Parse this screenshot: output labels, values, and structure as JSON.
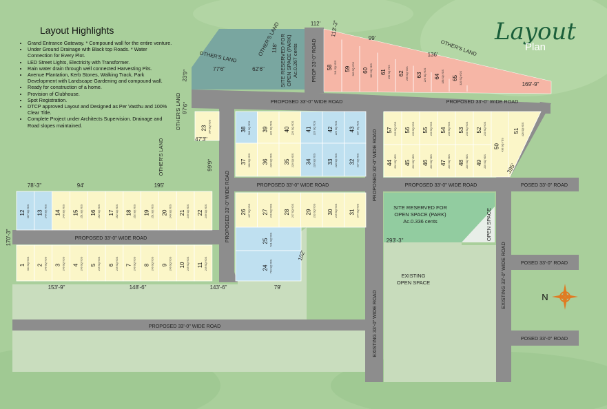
{
  "title": {
    "main": "Layout",
    "sub": "Plan"
  },
  "highlights": {
    "heading": "Layout Highlights",
    "items": [
      "Grand Entrance Gateway. * Compound wall for the entire venture.",
      "Under Ground Drainage with Black top Roads. * Water Connection for Every Plot.",
      "LED Street Lights, Electricity with Transformer.",
      "Rain water drain through well connected Harvesting Pits.",
      "Avenue Plantation, Kerb Stones, Walking Track, Park Development with Landscape Gardening and compound wall.",
      "Ready for construction of a home.",
      "Provision of Clubhouse.",
      "Spot Registration.",
      "DTCP approved Layout and Designed as Per Vasthu and 100% Clear Title.",
      "Complete Project under Architects Supervision. Drainage and Road slopes maintained."
    ]
  },
  "colors": {
    "background": "#a8cf9a",
    "road": "#8d8d8d",
    "plot_yellow": "#fbf6c8",
    "plot_blue": "#bfe0f0",
    "plot_pink": "#f6b6a6",
    "park": "#79a6a0",
    "park_green": "#92cca0",
    "open_space": "#c8dcbc",
    "compass": "#e07b22"
  },
  "icons": {
    "compass": "compass-icon"
  },
  "compass_label": "N",
  "roads": {
    "top_diag": "PROPOSED 33'-0\" WIDE ROAD",
    "top_right": "PROPOSED 33'-0\" WIDE ROAD",
    "mid": "PROPOSED 33'-0\" WIDE ROAD",
    "mid_right": "PROPOSED 33'-0\" WIDE ROAD",
    "mid_far_right": "POSED 33'-0\" ROAD",
    "left_mid": "PROPOSED 33'-0\" WIDE ROAD",
    "bottom": "PROPOSED 33'-0\" WIDE ROAD",
    "right_1": "POSED 33'-0\" ROAD",
    "right_2": "POSED 33'-0\" ROAD",
    "prop_vertical": "PROP 33'-0\" ROAD",
    "vertical_left": "PROPOSED 33'-0\" WIDE ROAD",
    "vertical_center": "PROPOSED 33'-0\" WIDE ROAD",
    "existing_left": "EXISTING 33'-0\" WIDE ROAD",
    "existing_right": "EXISTING 33'-0\" WIDE ROAD"
  },
  "areas": {
    "park_top_1": "SITE RESERVED FOR",
    "park_top_2": "OPEN SPACE (PARK)",
    "park_top_3": "Ac.0.267 cents",
    "park_right_1": "SITE RESERVED FOR",
    "park_right_2": "OPEN SPACE (PARK)",
    "park_right_3": "Ac.0.336 cents",
    "open_space": "OPEN SPACE",
    "existing_1": "EXISTING",
    "existing_2": "OPEN SPACE",
    "others_1": "OTHER'S LAND",
    "others_2": "OTHER'S LAND",
    "others_3": "OTHER'S LAND",
    "others_4": "OTHER'S LAND",
    "others_5": "OTHER'S LAND"
  },
  "dims": [
    "112'",
    "113'-3\"",
    "99'",
    "136'",
    "169'-9\"",
    "118'",
    "77'6\"",
    "62'6\"",
    "23'9\"",
    "97'6\"",
    "47'3\"",
    "99'9\"",
    "78'-3\"",
    "94'",
    "195'",
    "170'-3\"",
    "293'-3\"",
    "102'",
    "153'-9\"",
    "148'-6\"",
    "143'-6\"",
    "79'",
    "395'"
  ],
  "plots": {
    "row_left_top": [
      {
        "n": "12",
        "a": "367 SQ.YDS",
        "c": "blue"
      },
      {
        "n": "13",
        "a": "249 SQ.YDS",
        "c": "blue"
      },
      {
        "n": "14",
        "a": "249 SQ.YDS",
        "c": "yellow"
      },
      {
        "n": "15",
        "a": "251 SQ.YDS",
        "c": "yellow"
      },
      {
        "n": "16",
        "a": "252 SQ.YDS",
        "c": "yellow"
      },
      {
        "n": "17",
        "a": "252 SQ.YDS",
        "c": "yellow"
      },
      {
        "n": "18",
        "a": "252 SQ.YDS",
        "c": "yellow"
      },
      {
        "n": "19",
        "a": "251 SQ.YDS",
        "c": "yellow"
      },
      {
        "n": "20",
        "a": "249 SQ.YDS",
        "c": "yellow"
      },
      {
        "n": "21",
        "a": "249 SQ.YDS",
        "c": "yellow"
      },
      {
        "n": "22",
        "a": "249 SQ.YDS",
        "c": "yellow"
      }
    ],
    "row_left_bottom": [
      {
        "n": "1",
        "a": "364 SQ.YDS"
      },
      {
        "n": "2",
        "a": "249 SQ.YDS"
      },
      {
        "n": "3",
        "a": "249 SQ.YDS"
      },
      {
        "n": "4",
        "a": "249 SQ.YDS"
      },
      {
        "n": "5",
        "a": "249 SQ.YDS"
      },
      {
        "n": "6",
        "a": "249 SQ.YDS"
      },
      {
        "n": "7",
        "a": "249 SQ.YDS"
      },
      {
        "n": "8",
        "a": "249 SQ.YDS"
      },
      {
        "n": "9",
        "a": "249 SQ.YDS"
      },
      {
        "n": "10",
        "a": "249 SQ.YDS"
      },
      {
        "n": "11",
        "a": "249 SQ.YDS"
      }
    ],
    "center_top": [
      {
        "n": "38",
        "a": "368 SQ.YDS",
        "c": "blue"
      },
      {
        "n": "39",
        "a": "220 SQ.YDS",
        "c": "yellow"
      },
      {
        "n": "40",
        "a": "220 SQ.YDS",
        "c": "yellow"
      },
      {
        "n": "41",
        "a": "220 SQ.YDS",
        "c": "blue"
      },
      {
        "n": "42",
        "a": "220 SQ.YDS",
        "c": "blue"
      },
      {
        "n": "43",
        "a": "337 SQ.YDS",
        "c": "blue"
      }
    ],
    "center_bottom": [
      {
        "n": "37",
        "a": "368 SQ.YDS",
        "c": "yellow"
      },
      {
        "n": "36",
        "a": "220 SQ.YDS",
        "c": "yellow"
      },
      {
        "n": "35",
        "a": "220 SQ.YDS",
        "c": "yellow"
      },
      {
        "n": "34",
        "a": "220 SQ.YDS",
        "c": "blue"
      },
      {
        "n": "33",
        "a": "220 SQ.YDS",
        "c": "blue"
      },
      {
        "n": "32",
        "a": "337 SQ.YDS",
        "c": "blue"
      }
    ],
    "plot23": {
      "n": "23",
      "a": "364 SQ.YDS"
    },
    "center_lower": [
      {
        "n": "26",
        "a": "407 SQ.YDS"
      },
      {
        "n": "27",
        "a": "249 SQ.YDS"
      },
      {
        "n": "28",
        "a": "237 SQ.YDS"
      },
      {
        "n": "29",
        "a": "233 SQ.YDS"
      },
      {
        "n": "30",
        "a": "249 SQ.YDS"
      },
      {
        "n": "31",
        "a": "344 SQ.YDS"
      }
    ],
    "plot25": {
      "n": "25",
      "a": "541 SQ.YDS"
    },
    "plot24": {
      "n": "24",
      "a": "794 SQ.YDS"
    },
    "right_top": [
      {
        "n": "57",
        "a": "220 SQ.YDS"
      },
      {
        "n": "56",
        "a": "220 SQ.YDS"
      },
      {
        "n": "55",
        "a": "220 SQ.YDS"
      },
      {
        "n": "54",
        "a": "220 SQ.YDS"
      },
      {
        "n": "53",
        "a": "220 SQ.YDS"
      },
      {
        "n": "52",
        "a": "220 SQ.YDS"
      }
    ],
    "right_bottom": [
      {
        "n": "44",
        "a": "220 SQ.YDS"
      },
      {
        "n": "45",
        "a": "220 SQ.YDS"
      },
      {
        "n": "46",
        "a": "220 SQ.YDS"
      },
      {
        "n": "47",
        "a": "220 SQ.YDS"
      },
      {
        "n": "48",
        "a": "220 SQ.YDS"
      },
      {
        "n": "49",
        "a": "220 SQ.YDS"
      }
    ],
    "plot50": {
      "n": "50",
      "a": "436 SQ.YDS"
    },
    "plot51": {
      "n": "51",
      "a": "426 SQ.YDS"
    },
    "pink": [
      {
        "n": "58",
        "a": "541 SQ.YDS"
      },
      {
        "n": "59",
        "a": "383 SQ.YDS"
      },
      {
        "n": "60",
        "a": "369 SQ.YDS"
      },
      {
        "n": "61",
        "a": "296 SQ.YDS"
      },
      {
        "n": "62",
        "a": "265 SQ.YDS"
      },
      {
        "n": "63",
        "a": "220 SQ.YDS"
      },
      {
        "n": "64",
        "a": "188 SQ.YDS"
      },
      {
        "n": "65",
        "a": "320 SQ.YDS"
      }
    ]
  }
}
